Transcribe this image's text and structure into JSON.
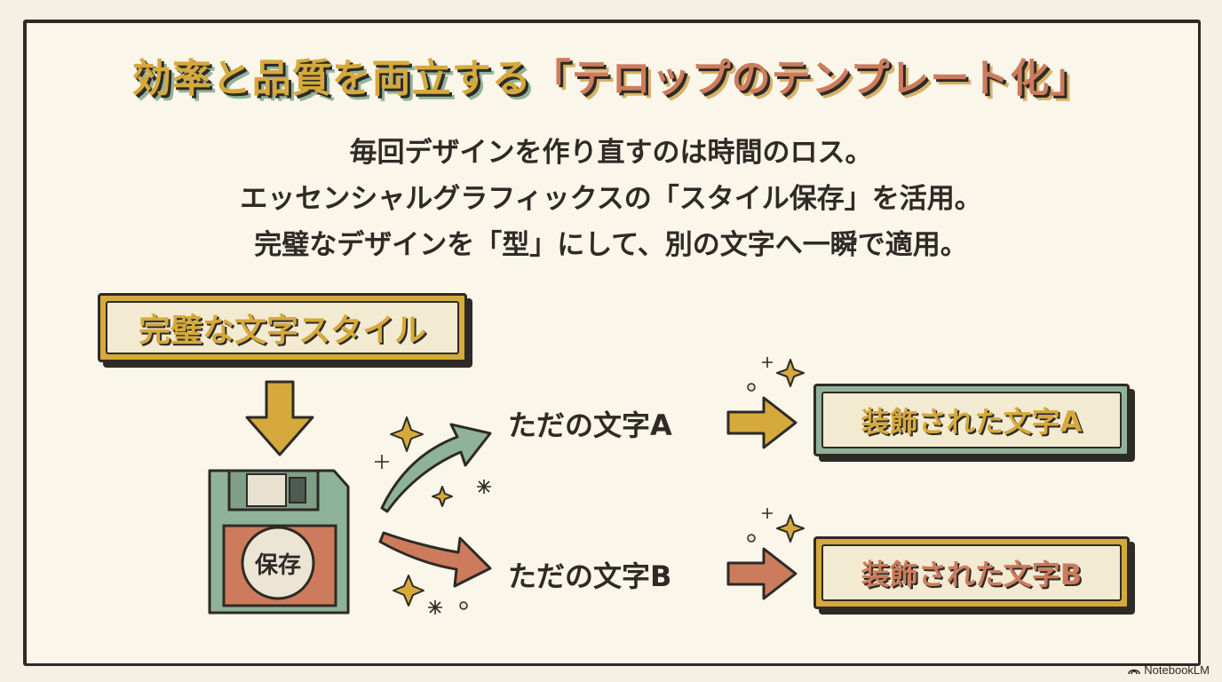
{
  "title": {
    "part1": "効率と品質を両立する",
    "part2": "「テロップのテンプレート化」"
  },
  "lead_lines": [
    "毎回デザインを作り直すのは時間のロス。",
    "エッセンシャルグラフィックスの「スタイル保存」を活用。",
    "完璧なデザインを「型」にして、別の文字へ一瞬で適用。"
  ],
  "diagram": {
    "source_label": "完璧な文字スタイル",
    "save_label": "保存",
    "plain_a": "ただの文字A",
    "plain_b": "ただの文字B",
    "styled_a": "装飾された文字A",
    "styled_b": "装飾された文字B"
  },
  "colors": {
    "ink": "#2e2a26",
    "gold": "#d6a93c",
    "terracotta": "#cc7c5c",
    "sage": "#8fb39a",
    "paper": "#faf6ea"
  },
  "badge": {
    "icon": "notebook-logo-icon",
    "text": "NotebookLM"
  }
}
